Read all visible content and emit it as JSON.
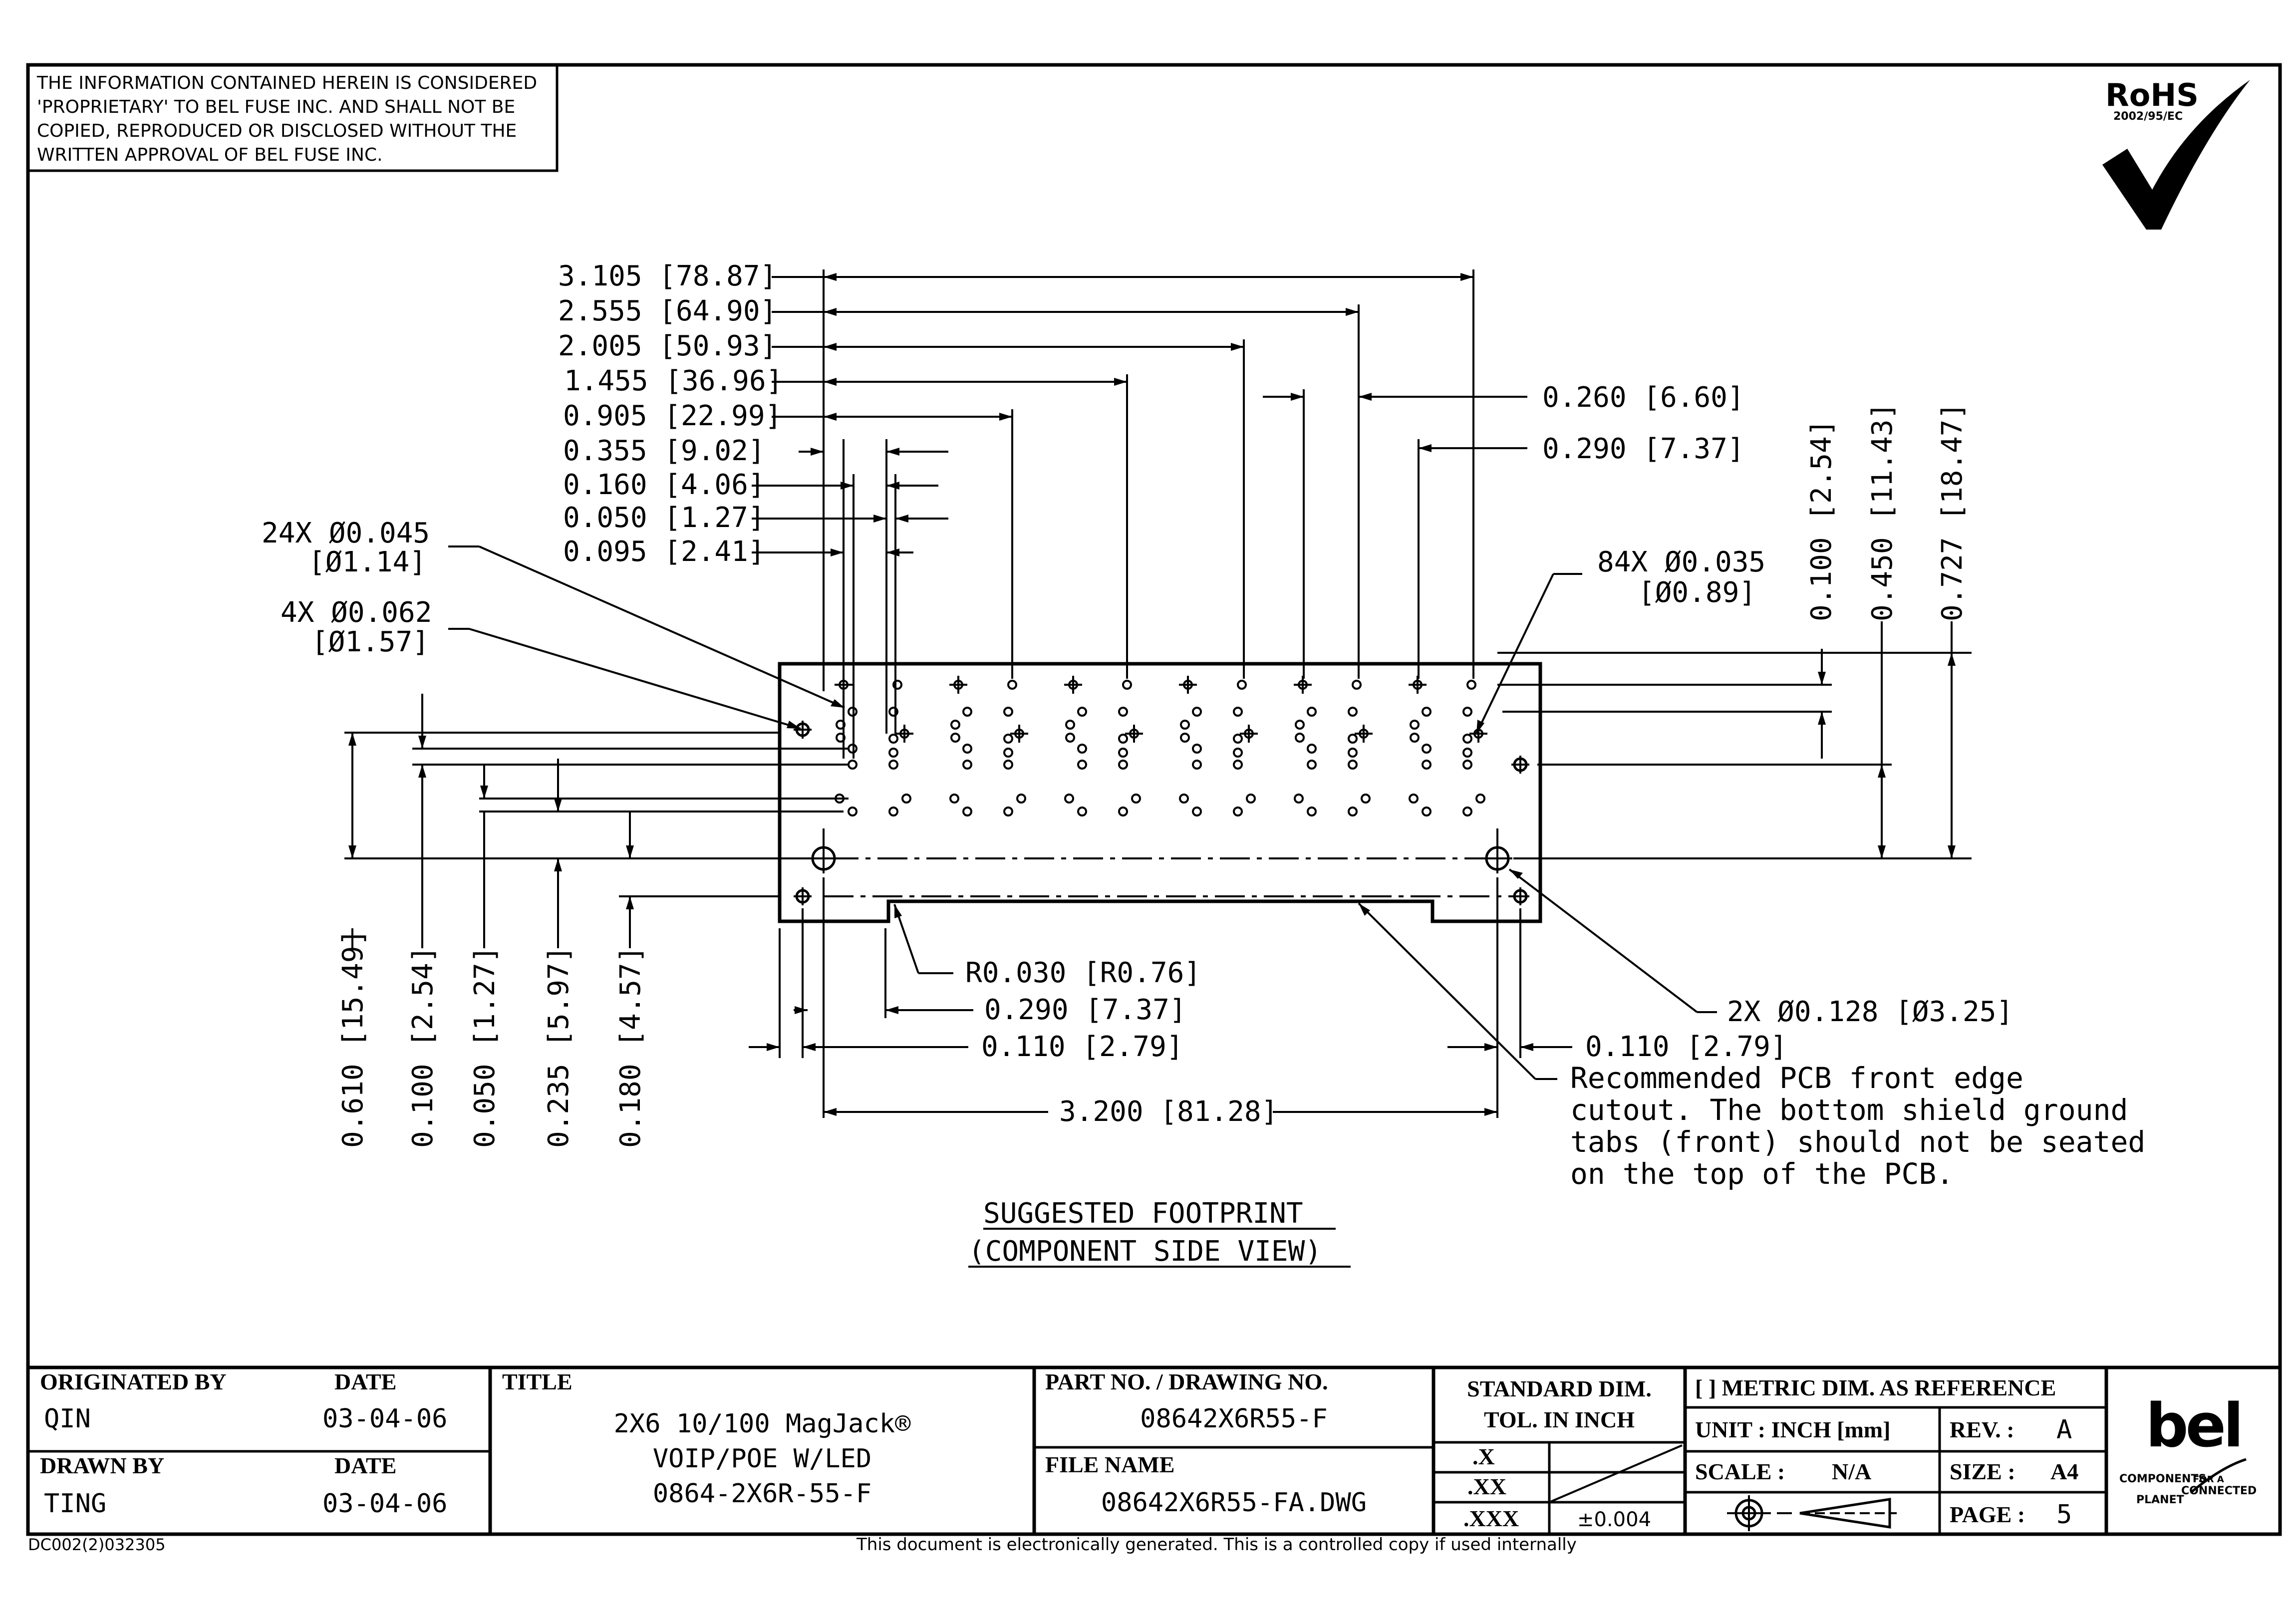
{
  "proprietary_notice": [
    "THE INFORMATION CONTAINED HEREIN IS CONSIDERED",
    "'PROPRIETARY' TO BEL FUSE INC. AND SHALL NOT BE",
    "COPIED, REPRODUCED OR DISCLOSED WITHOUT THE",
    "WRITTEN APPROVAL OF BEL FUSE INC."
  ],
  "rohs": {
    "label": "RoHS",
    "directive": "2002/95/EC"
  },
  "top_dimensions": [
    "3.105 [78.87]",
    "2.555 [64.90]",
    "2.005 [50.93]",
    "1.455 [36.96]",
    "0.905 [22.99]",
    "0.355 [9.02]",
    "0.160 [4.06]",
    "0.050 [1.27]",
    "0.095 [2.41]"
  ],
  "right_top_dimensions": [
    "0.260 [6.60]",
    "0.290 [7.37]"
  ],
  "hole_callouts": {
    "small_24x": [
      "24X Ø0.045",
      "[Ø1.14]"
    ],
    "small_4x": [
      "4X Ø0.062",
      "[Ø1.57]"
    ],
    "pin_84x": [
      "84X Ø0.035",
      "[Ø0.89]"
    ],
    "mount_2x": "2X Ø0.128 [Ø3.25]"
  },
  "right_vertical_dimensions": [
    "0.100 [2.54]",
    "0.450 [11.43]",
    "0.727 [18.47]"
  ],
  "left_vertical_dimensions": [
    "0.610 [15.49]",
    "0.100 [2.54]",
    "0.050 [1.27]",
    "0.235 [5.97]",
    "0.180 [4.57]"
  ],
  "bottom_dimensions": {
    "radius": "R0.030 [R0.76]",
    "notch": "0.290 [7.37]",
    "left_edge": "0.110 [2.79]",
    "right_edge": "0.110 [2.79]",
    "overall": "3.200 [81.28]"
  },
  "pcb_note": [
    "Recommended PCB front edge",
    "cutout. The bottom shield ground",
    "tabs (front) should not be seated",
    "on the top of the PCB."
  ],
  "view_title": [
    "SUGGESTED FOOTPRINT",
    "(COMPONENT SIDE VIEW)"
  ],
  "title_block": {
    "originated_by_label": "ORIGINATED BY",
    "originated_by": "QIN",
    "date_label": "DATE",
    "originated_date": "03-04-06",
    "drawn_by_label": "DRAWN BY",
    "drawn_by": "TING",
    "drawn_date": "03-04-06",
    "title_label": "TITLE",
    "title_lines": [
      "2X6 10/100 MagJack®",
      "VOIP/POE W/LED",
      "0864-2X6R-55-F"
    ],
    "part_no_label": "PART NO. / DRAWING NO.",
    "part_no": "08642X6R55-F",
    "file_name_label": "FILE NAME",
    "file_name": "08642X6R55-FA.DWG",
    "std_dim_label": "STANDARD DIM.",
    "tol_label": "TOL. IN INCH",
    "tol_x": ".X",
    "tol_xx": ".XX",
    "tol_xxx": ".XXX",
    "tol_xxx_value": "±0.004",
    "metric_label": "[ ] METRIC DIM. AS REFERENCE",
    "unit_label": "UNIT : INCH [mm]",
    "rev_label": "REV. :",
    "rev": "A",
    "scale_label": "SCALE :",
    "scale": "N/A",
    "size_label": "SIZE :",
    "size": "A4",
    "page_label": "PAGE :",
    "page": "5",
    "logo": "bel",
    "logo_tagline": [
      "COMPONENTS",
      "FOR A",
      "CONNECTED",
      "PLANET"
    ]
  },
  "doc_code": "DC002(2)032305",
  "footer_note": "This document is electronically generated. This is a controlled copy if used internally"
}
